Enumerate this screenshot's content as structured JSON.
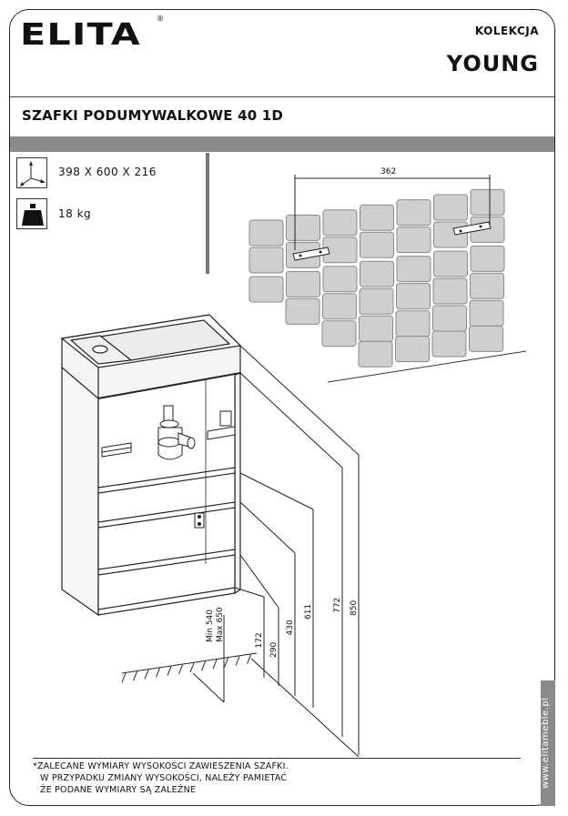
{
  "brand": {
    "logo": "ELITA",
    "registered": "®"
  },
  "header": {
    "collection_label": "KOLEKCJA",
    "collection_name": "YOUNG"
  },
  "product": {
    "title": "SZAFKI PODUMYWALKOWE 40 1D"
  },
  "specs": [
    {
      "icon": "dimensions-axes-icon",
      "value": "398 X 600 X 216"
    },
    {
      "icon": "weight-icon",
      "value": "18 kg"
    }
  ],
  "dimensions": {
    "bracket_spacing": "362",
    "heights": [
      "172",
      "290",
      "430",
      "611",
      "772",
      "850"
    ],
    "range_min": "Min 540",
    "range_max": "Max 650"
  },
  "note": {
    "line1": "*ZALECANE WYMIARY WYSOKOŚCI ZAWIESZENIA SZAFKI.",
    "line2": "W PRZYPADKU ZMIANY WYSOKOŚCI, NALEŻY PAMIETAĆ",
    "line3": "ŻE PODANE  WYMIARY SĄ ZALEŻNE"
  },
  "website": "www.elitameble.pl"
}
